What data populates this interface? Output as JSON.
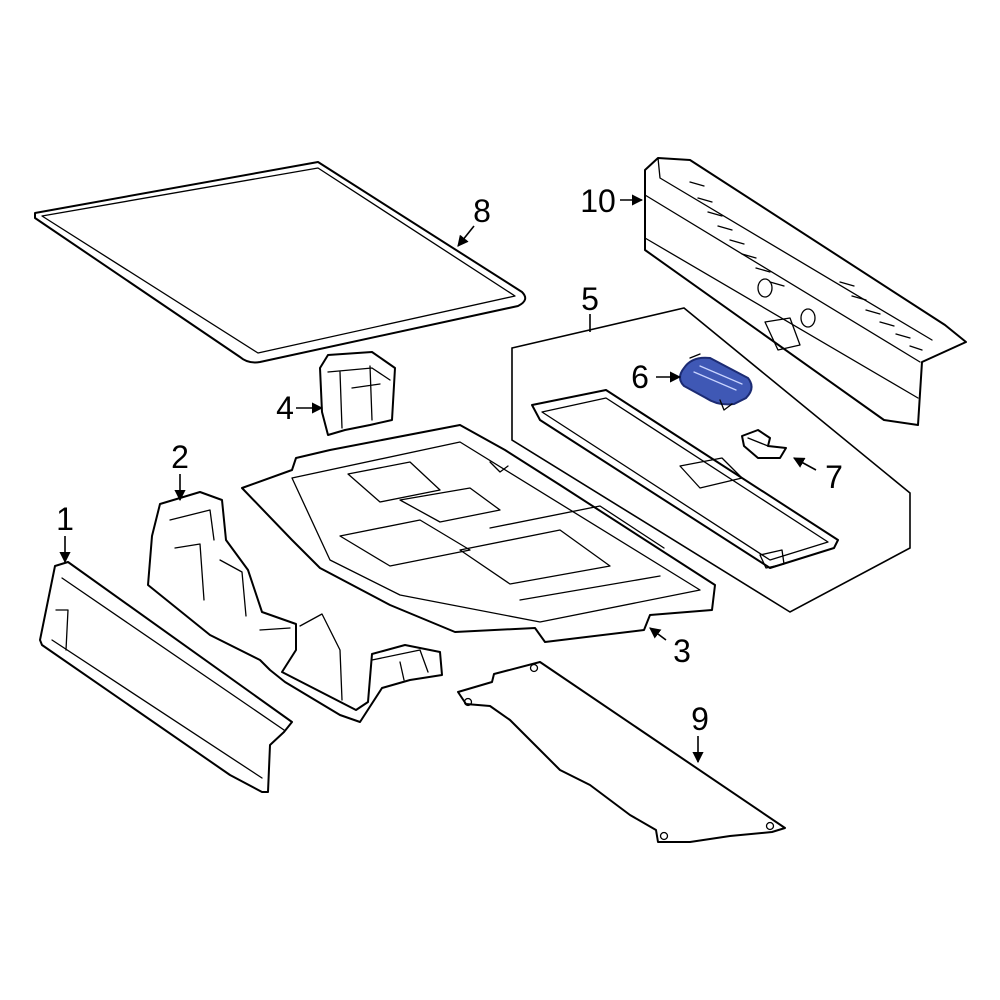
{
  "callouts": [
    {
      "id": "1",
      "label": "1"
    },
    {
      "id": "2",
      "label": "2"
    },
    {
      "id": "3",
      "label": "3"
    },
    {
      "id": "4",
      "label": "4"
    },
    {
      "id": "5",
      "label": "5"
    },
    {
      "id": "6",
      "label": "6"
    },
    {
      "id": "7",
      "label": "7"
    },
    {
      "id": "8",
      "label": "8"
    },
    {
      "id": "9",
      "label": "9"
    },
    {
      "id": "10",
      "label": "10"
    }
  ],
  "colors": {
    "highlight_fill": "#3f58b5",
    "highlight_stroke": "#1c2b73",
    "line": "#000000",
    "background": "#ffffff"
  }
}
